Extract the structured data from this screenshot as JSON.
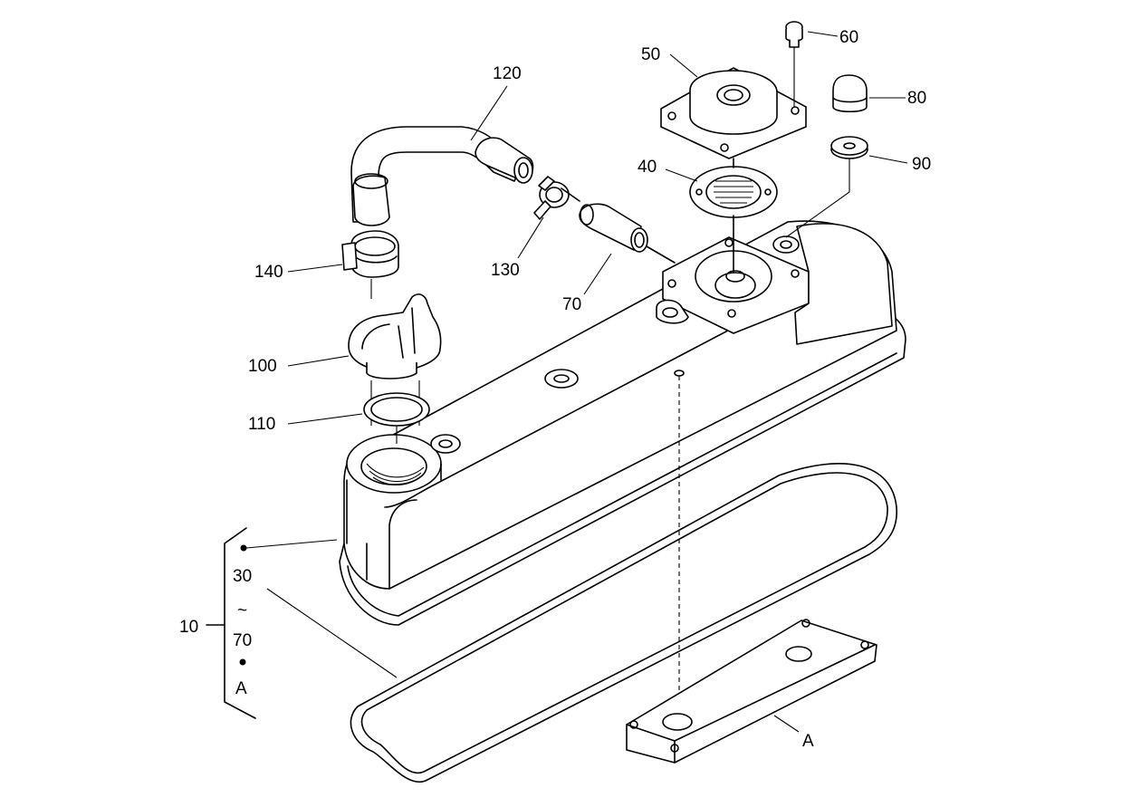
{
  "labels": {
    "p10": "10",
    "p30": "30",
    "tilde": "~",
    "p70_group": "70",
    "pA_group": "A",
    "p40": "40",
    "p50": "50",
    "p60": "60",
    "p70": "70",
    "p80": "80",
    "p90": "90",
    "p100": "100",
    "p110": "110",
    "p120": "120",
    "p130": "130",
    "p140": "140",
    "pA": "A"
  }
}
